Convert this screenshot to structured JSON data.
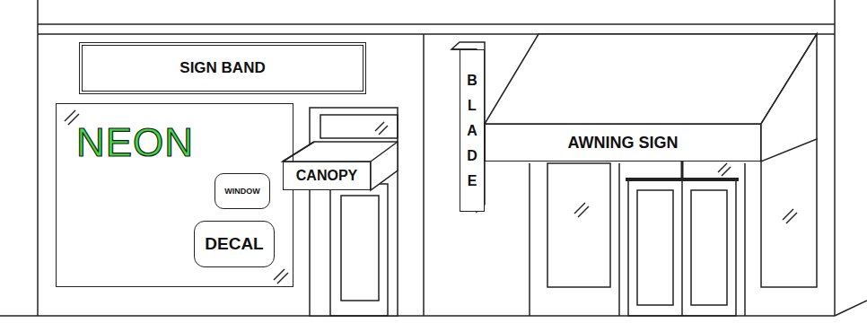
{
  "diagram": {
    "nodes": [
      {
        "text": [
          "SIGN BAND"
        ]
      },
      {
        "text": [
          "NEON"
        ]
      },
      {
        "text": [
          "WINDOW"
        ],
        "in": 1
      },
      {
        "text": [
          "DECAL"
        ],
        "in": 1
      },
      {
        "text": [
          "CANOPY"
        ]
      },
      {
        "text": [
          "BLADE"
        ]
      },
      {
        "text": [
          "AWNING SIGN"
        ]
      }
    ]
  }
}
